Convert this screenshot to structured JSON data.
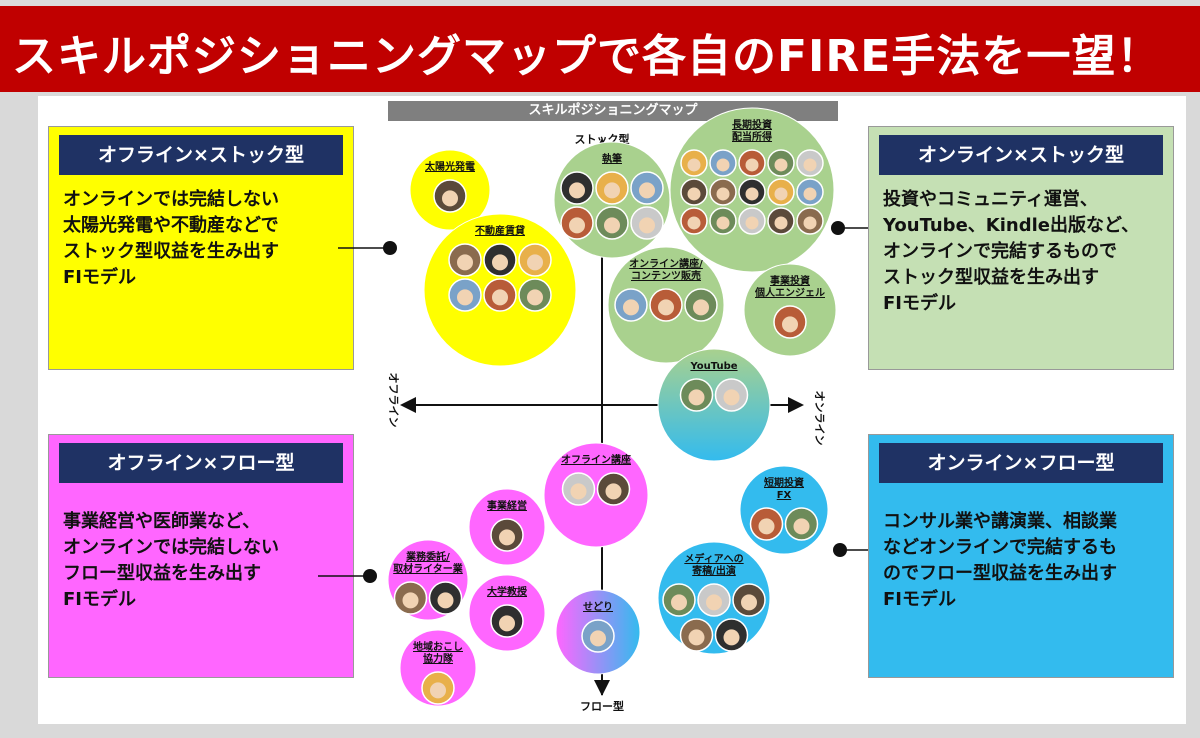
{
  "banner": {
    "title": "スキルポジショニングマップで各自のFIRE手法を一望！"
  },
  "map": {
    "header": "スキルポジショニングマップ",
    "axes": {
      "top": "ストック型",
      "bottom": "フロー型",
      "left": "オフライン",
      "right": "オンライン"
    }
  },
  "quadrants": {
    "offline_stock": {
      "label": "オフライン×ストック型",
      "desc": "オンラインでは完結しない\n太陽光発電や不動産などで\nストック型収益を生み出す\nFIモデル",
      "color": "#ffff00"
    },
    "online_stock": {
      "label": "オンライン×ストック型",
      "desc": "投資やコミュニティ運営、\nYouTube、Kindle出版など、\nオンラインで完結するもので\nストック型収益を生み出す\nFIモデル",
      "color": "#c5e0b4"
    },
    "offline_flow": {
      "label": "オフライン×フロー型",
      "desc": "事業経営や医師業など、\nオンラインでは完結しない\nフロー型収益を生み出す\nFIモデル",
      "color": "#ff66ff"
    },
    "online_flow": {
      "label": "オンライン×フロー型",
      "desc": "コンサル業や講演業、相談業\nなどオンラインで完結するも\nのでフロー型収益を生み出す\nFIモデル",
      "color": "#33bbee"
    }
  },
  "circles": [
    {
      "label": "太陽光発電",
      "group": "yellow",
      "avatars": 1
    },
    {
      "label": "不動産賃貸",
      "group": "yellow",
      "avatars": 6
    },
    {
      "label": "執筆",
      "group": "green",
      "avatars": 6
    },
    {
      "label": "長期投資\n配当所得",
      "group": "green",
      "avatars": 15
    },
    {
      "label": "オンライン講座/\nコンテンツ販売",
      "group": "green",
      "avatars": 3
    },
    {
      "label": "事業投資\n個人エンジェル",
      "group": "green",
      "avatars": 1
    },
    {
      "label": "YouTube",
      "group": "green-blue",
      "avatars": 2
    },
    {
      "label": "オフライン講座",
      "group": "magenta",
      "avatars": 2
    },
    {
      "label": "事業経営",
      "group": "magenta",
      "avatars": 1
    },
    {
      "label": "業務委託/\n取材ライター業",
      "group": "magenta",
      "avatars": 2
    },
    {
      "label": "大学教授",
      "group": "magenta",
      "avatars": 1
    },
    {
      "label": "地域おこし\n協力隊",
      "group": "magenta",
      "avatars": 1
    },
    {
      "label": "せどり",
      "group": "magenta-blue",
      "avatars": 1
    },
    {
      "label": "短期投資\nFX",
      "group": "blue",
      "avatars": 2
    },
    {
      "label": "メディアへの\n寄稿/出演",
      "group": "blue",
      "avatars": 5
    }
  ],
  "colors": {
    "yellow": "#ffff00",
    "green": "#a9d18e",
    "magenta": "#ff66ff",
    "blue": "#33bbee",
    "banner": "#c00000",
    "label_bg": "#1f3264"
  }
}
